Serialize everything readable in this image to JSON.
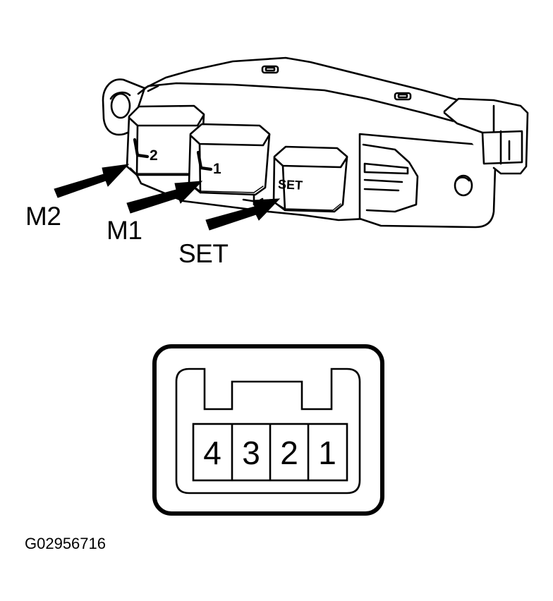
{
  "switch": {
    "callouts": {
      "m2": "M2",
      "m1": "M1",
      "set": "SET"
    },
    "buttons": {
      "m2_number": "2",
      "m1_number": "1",
      "set_text": "SET"
    },
    "icons": [
      "seat-icon",
      "arrow-icon"
    ]
  },
  "connector": {
    "pins": [
      "4",
      "3",
      "2",
      "1"
    ]
  },
  "figure_id": "G02956716"
}
